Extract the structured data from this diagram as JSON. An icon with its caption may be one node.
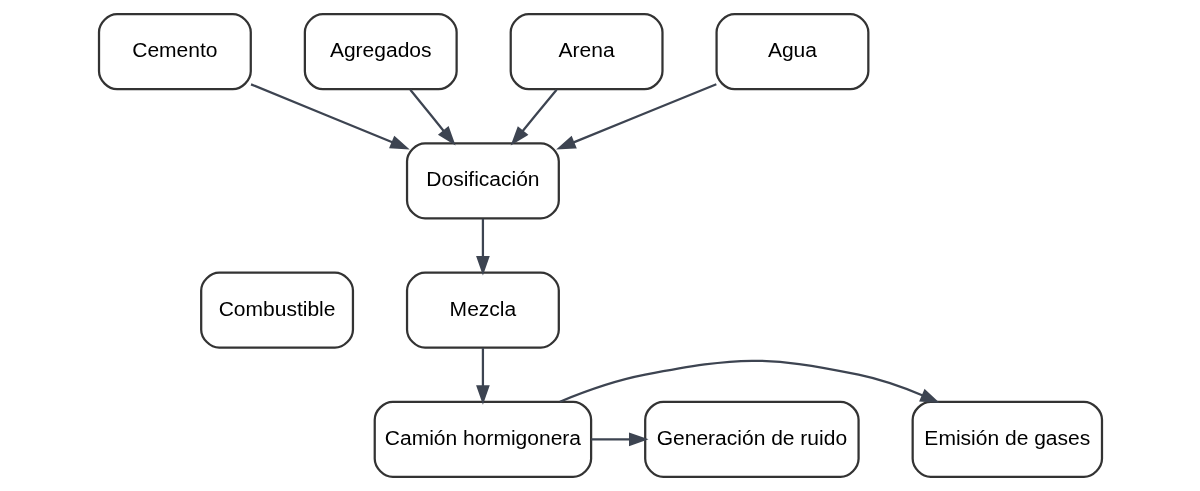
{
  "diagram": {
    "nodes": [
      {
        "text": [
          "Cemento"
        ]
      },
      {
        "text": [
          "Agregados"
        ]
      },
      {
        "text": [
          "Arena"
        ]
      },
      {
        "text": [
          "Agua"
        ]
      },
      {
        "text": [
          "Dosificación"
        ]
      },
      {
        "text": [
          "Mezcla"
        ]
      },
      {
        "text": [
          "Camión hormigonera"
        ]
      },
      {
        "text": [
          "Emisión de gases"
        ]
      },
      {
        "text": [
          "Generación de ruido"
        ]
      },
      {
        "text": [
          "Combustible"
        ]
      }
    ],
    "edges": [
      {
        "from": 0,
        "to": 4,
        "arrow": "to"
      },
      {
        "from": 1,
        "to": 4,
        "arrow": "to"
      },
      {
        "from": 2,
        "to": 4,
        "arrow": "to"
      },
      {
        "from": 3,
        "to": 4,
        "arrow": "to"
      },
      {
        "from": 4,
        "to": 5,
        "arrow": "to"
      },
      {
        "from": 5,
        "to": 6,
        "arrow": "to"
      },
      {
        "from": 6,
        "to": 7,
        "arrow": "to"
      },
      {
        "from": 6,
        "to": 8,
        "arrow": "to"
      }
    ]
  }
}
